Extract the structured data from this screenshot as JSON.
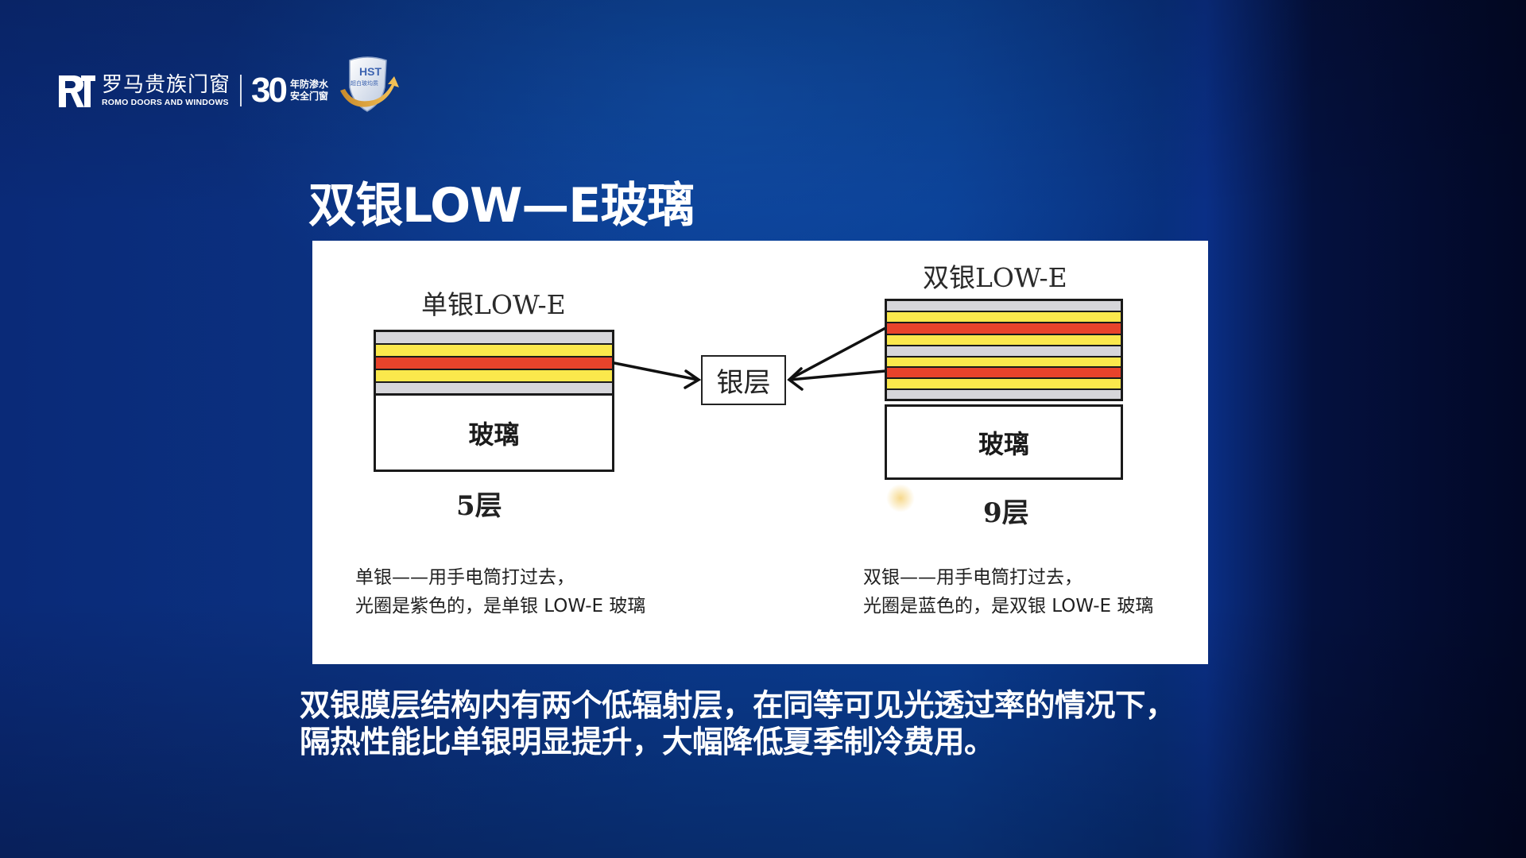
{
  "brand": {
    "logo_cn": "罗马贵族门窗",
    "logo_en": "ROMO DOORS AND WINDOWS",
    "years_number": "30",
    "years_text_line1": "年防渗水",
    "years_text_line2": "安全门窗",
    "badge_label": "HST",
    "badge_sub": "超白玻均质"
  },
  "slide": {
    "title": "双银LOW—E玻璃",
    "body_line1": "双银膜层结构内有两个低辐射层，在同等可见光透过率的情况下，",
    "body_line2": "隔热性能比单银明显提升，大幅降低夏季制冷费用。"
  },
  "diagram": {
    "single": {
      "heading": "单银LOW-E",
      "glass_label": "玻璃",
      "layer_count": "5层",
      "layers": [
        "gray",
        "yellow",
        "red",
        "yellow",
        "gray"
      ],
      "caption_line1": "单银——用手电筒打过去，",
      "caption_line2": "光圈是紫色的，是单银 LOW-E 玻璃"
    },
    "double": {
      "heading": "双银LOW-E",
      "glass_label": "玻璃",
      "layer_count": "9层",
      "layers": [
        "gray",
        "yellow",
        "red",
        "yellow",
        "gray",
        "yellow",
        "red",
        "yellow",
        "gray"
      ],
      "caption_line1": "双银——用手电筒打过去，",
      "caption_line2": "光圈是蓝色的，是双银 LOW-E 玻璃"
    },
    "center_label": "银层"
  },
  "colors": {
    "layer_gray": "#d6d6da",
    "layer_yellow": "#fbe84c",
    "layer_red": "#e8432b",
    "background_blue": "#0a3a8f",
    "background_dark": "#020826"
  }
}
